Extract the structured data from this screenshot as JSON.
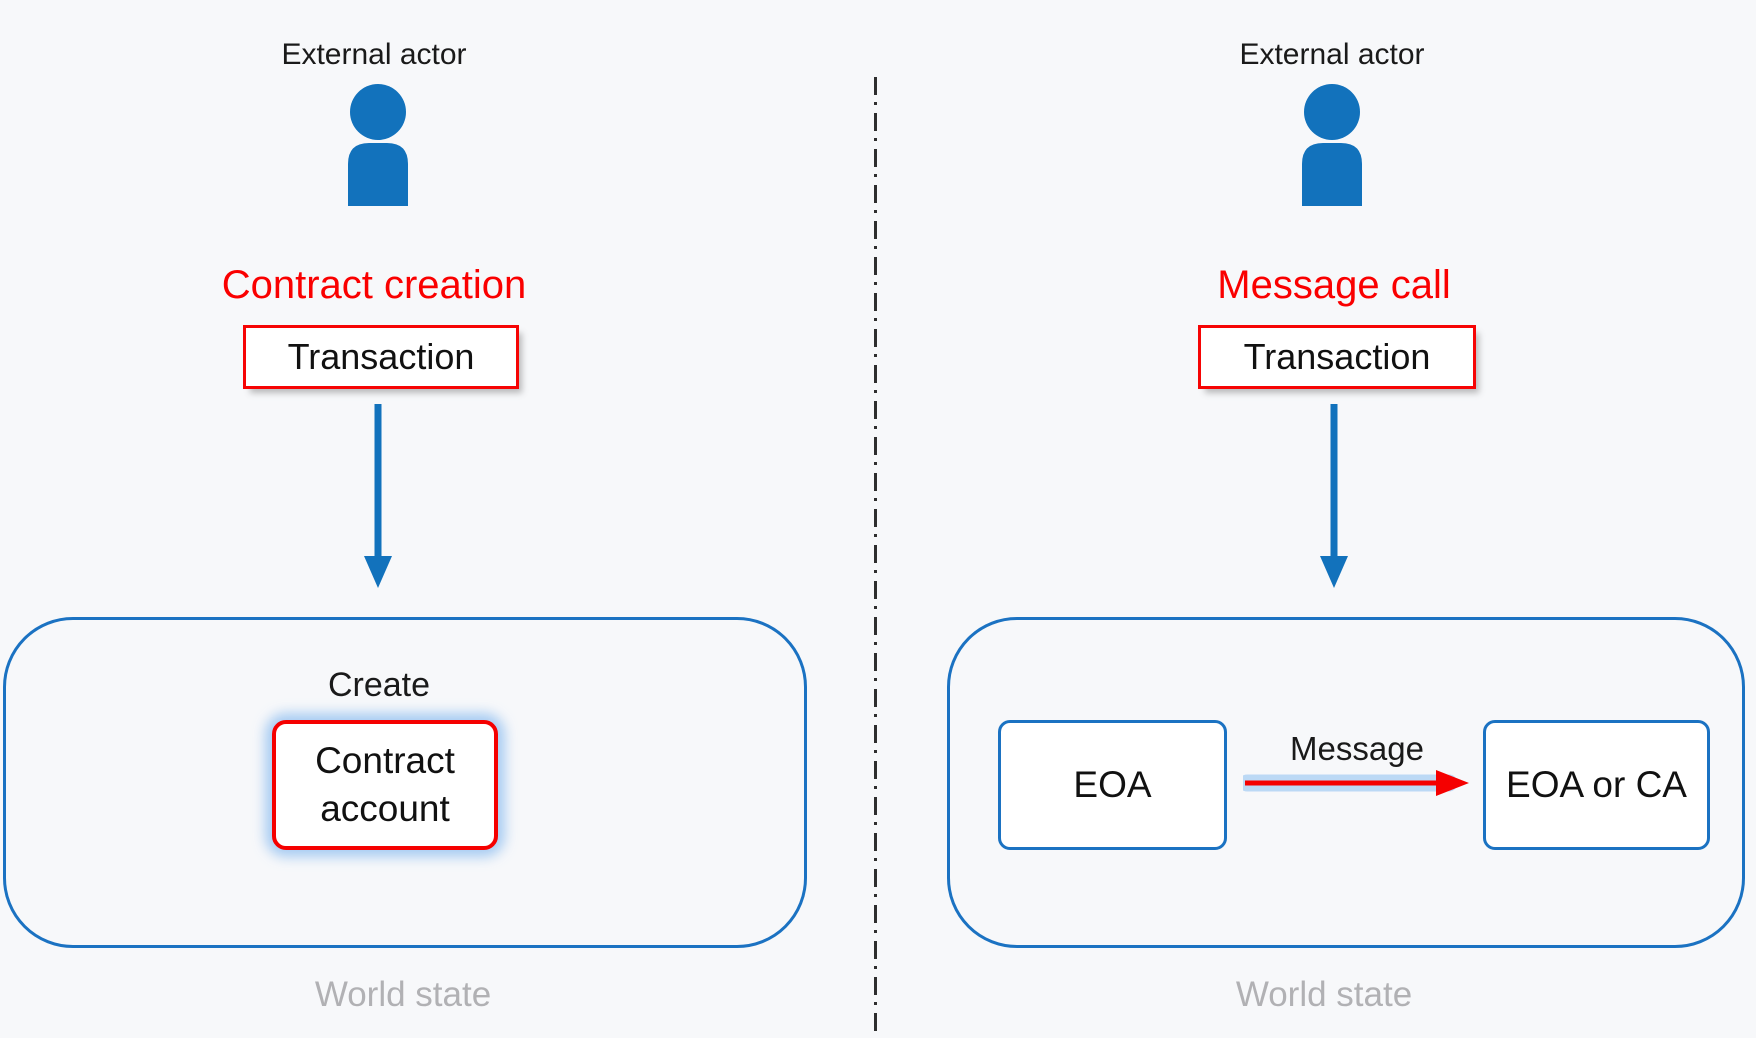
{
  "colors": {
    "blue": "#1272bc",
    "blue_border": "#1b72c2",
    "red": "#fa0000",
    "gray_caption": "#b1b1b4",
    "black_text": "#1a1a1a",
    "background": "#f7f8fa",
    "glow_blue": "#94c0f0"
  },
  "divider": {
    "style": "vertical dash-dot separator"
  },
  "panels": [
    {
      "name": "contract-creation",
      "actor_label": "External actor",
      "actor_icon": "person-icon",
      "title": "Contract creation",
      "transaction_label": "Transaction",
      "flow_arrow_icon": "down-arrow-icon",
      "world_state": {
        "action_label": "Create",
        "account_label_lines": [
          "Contract",
          "account"
        ],
        "caption": "World state"
      }
    },
    {
      "name": "message-call",
      "actor_label": "External actor",
      "actor_icon": "person-icon",
      "title": "Message call",
      "transaction_label": "Transaction",
      "flow_arrow_icon": "down-arrow-icon",
      "world_state": {
        "source_label": "EOA",
        "message_label": "Message",
        "message_arrow_icon": "red-arrow-icon",
        "target_label": "EOA or CA",
        "caption": "World state"
      }
    }
  ]
}
